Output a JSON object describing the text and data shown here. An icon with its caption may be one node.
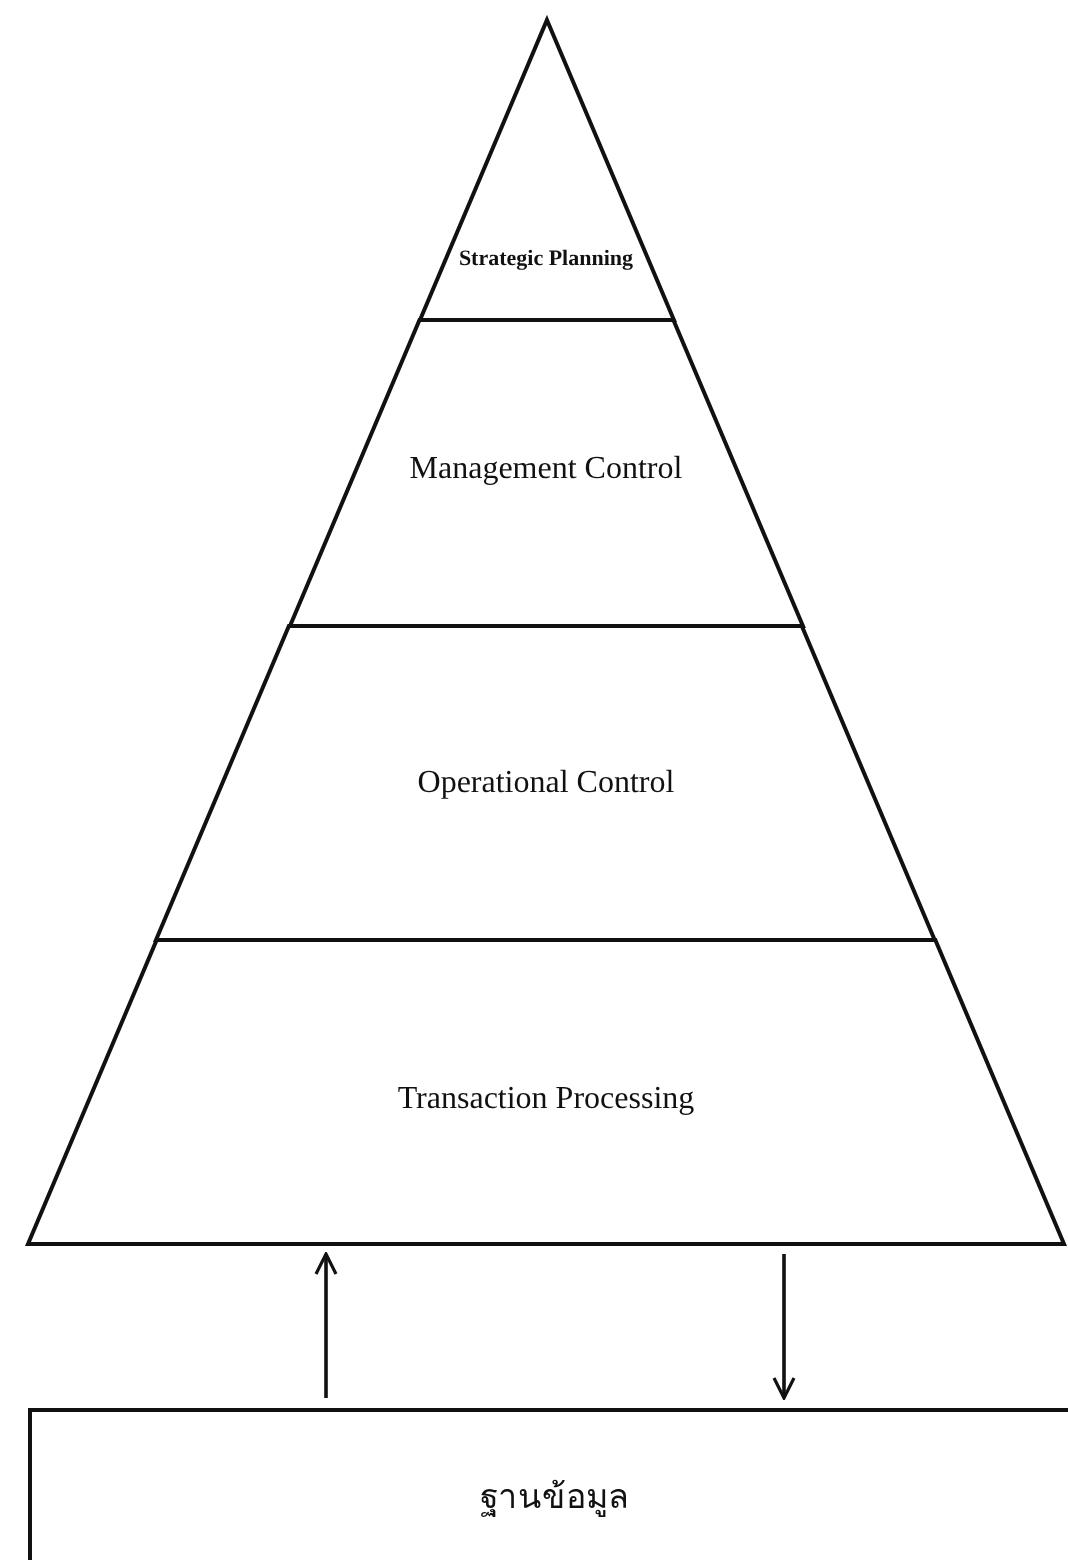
{
  "diagram": {
    "nodes": [
      {
        "text": [
          "Strategic Planning"
        ]
      },
      {
        "text": [
          "Management Control"
        ]
      },
      {
        "text": [
          "Operational Control"
        ]
      },
      {
        "text": [
          "Transaction Processing"
        ]
      },
      {
        "text": [
          "ฐานข้อมูล"
        ]
      }
    ],
    "edges": [
      {
        "from": 4,
        "to": 3,
        "arrow": "to"
      },
      {
        "from": 3,
        "to": 4,
        "arrow": "to"
      }
    ]
  }
}
